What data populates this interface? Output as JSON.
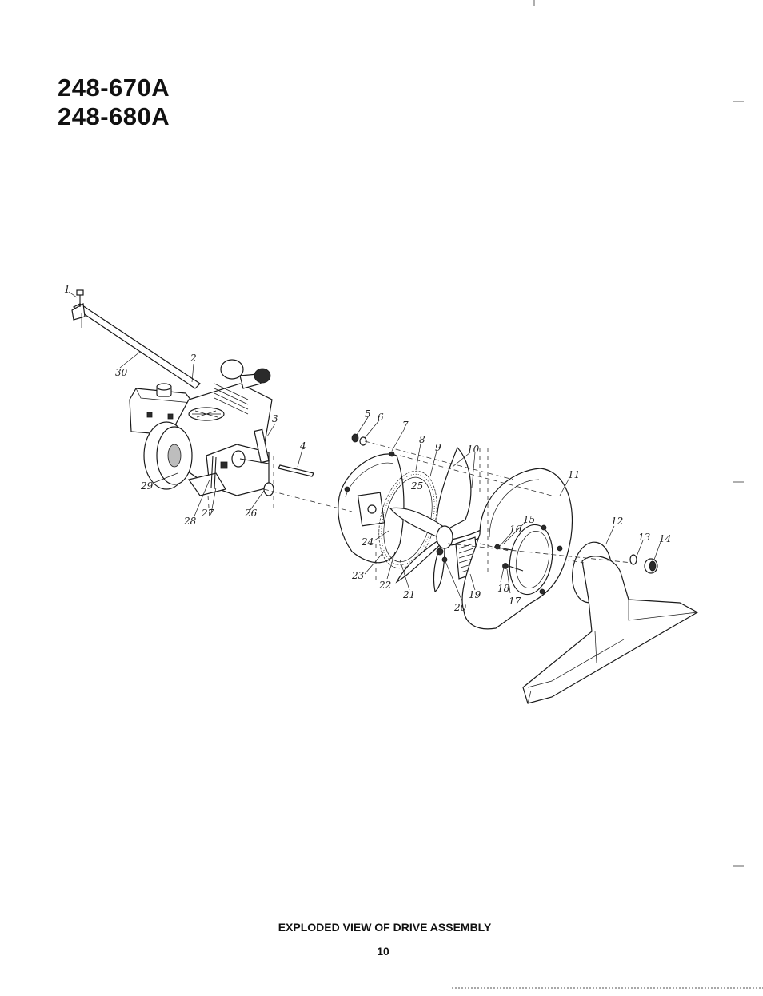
{
  "header": {
    "model_numbers": [
      "248-670A",
      "248-680A"
    ]
  },
  "figure": {
    "caption": "EXPLODED VIEW OF DRIVE ASSEMBLY",
    "callouts": [
      "1",
      "2",
      "3",
      "4",
      "5",
      "6",
      "7",
      "8",
      "9",
      "10",
      "11",
      "12",
      "13",
      "14",
      "15",
      "16",
      "17",
      "18",
      "19",
      "20",
      "21",
      "22",
      "23",
      "24",
      "25",
      "26",
      "27",
      "28",
      "29",
      "30"
    ]
  },
  "footer": {
    "page_number": "10"
  }
}
